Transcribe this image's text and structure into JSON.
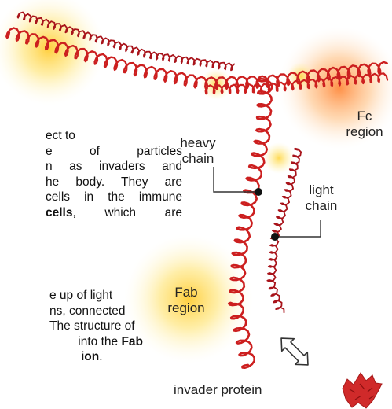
{
  "paragraph_1": {
    "lines": [
      "ect to",
      "e of particles",
      "n as invaders and",
      "he body. They are",
      "cells in the immune"
    ],
    "line_6_bold": "cells",
    "line_6_rest": ", which are"
  },
  "paragraph_2": {
    "lines": [
      "e up of light",
      "ns, connected",
      "The structure of"
    ],
    "line_4_plain": "into the ",
    "line_4_bold": "Fab",
    "line_5_bold": "ion",
    "line_5_rest": "."
  },
  "labels": {
    "heavy_chain_line1": "heavy",
    "heavy_chain_line2": "chain",
    "light_chain_line1": "light",
    "light_chain_line2": "chain",
    "fc_line1": "Fc",
    "fc_line2": "region",
    "fab_line1": "Fab",
    "fab_line2": "region",
    "invader": "invader protein"
  },
  "colors": {
    "heavy_chain": "#cc1f1f",
    "light_chain": "#a8131a",
    "fc_glow": "#ffb36b",
    "fab_glow": "#ffe27a",
    "arrow": "#333333",
    "invader": "#d02a2a"
  }
}
